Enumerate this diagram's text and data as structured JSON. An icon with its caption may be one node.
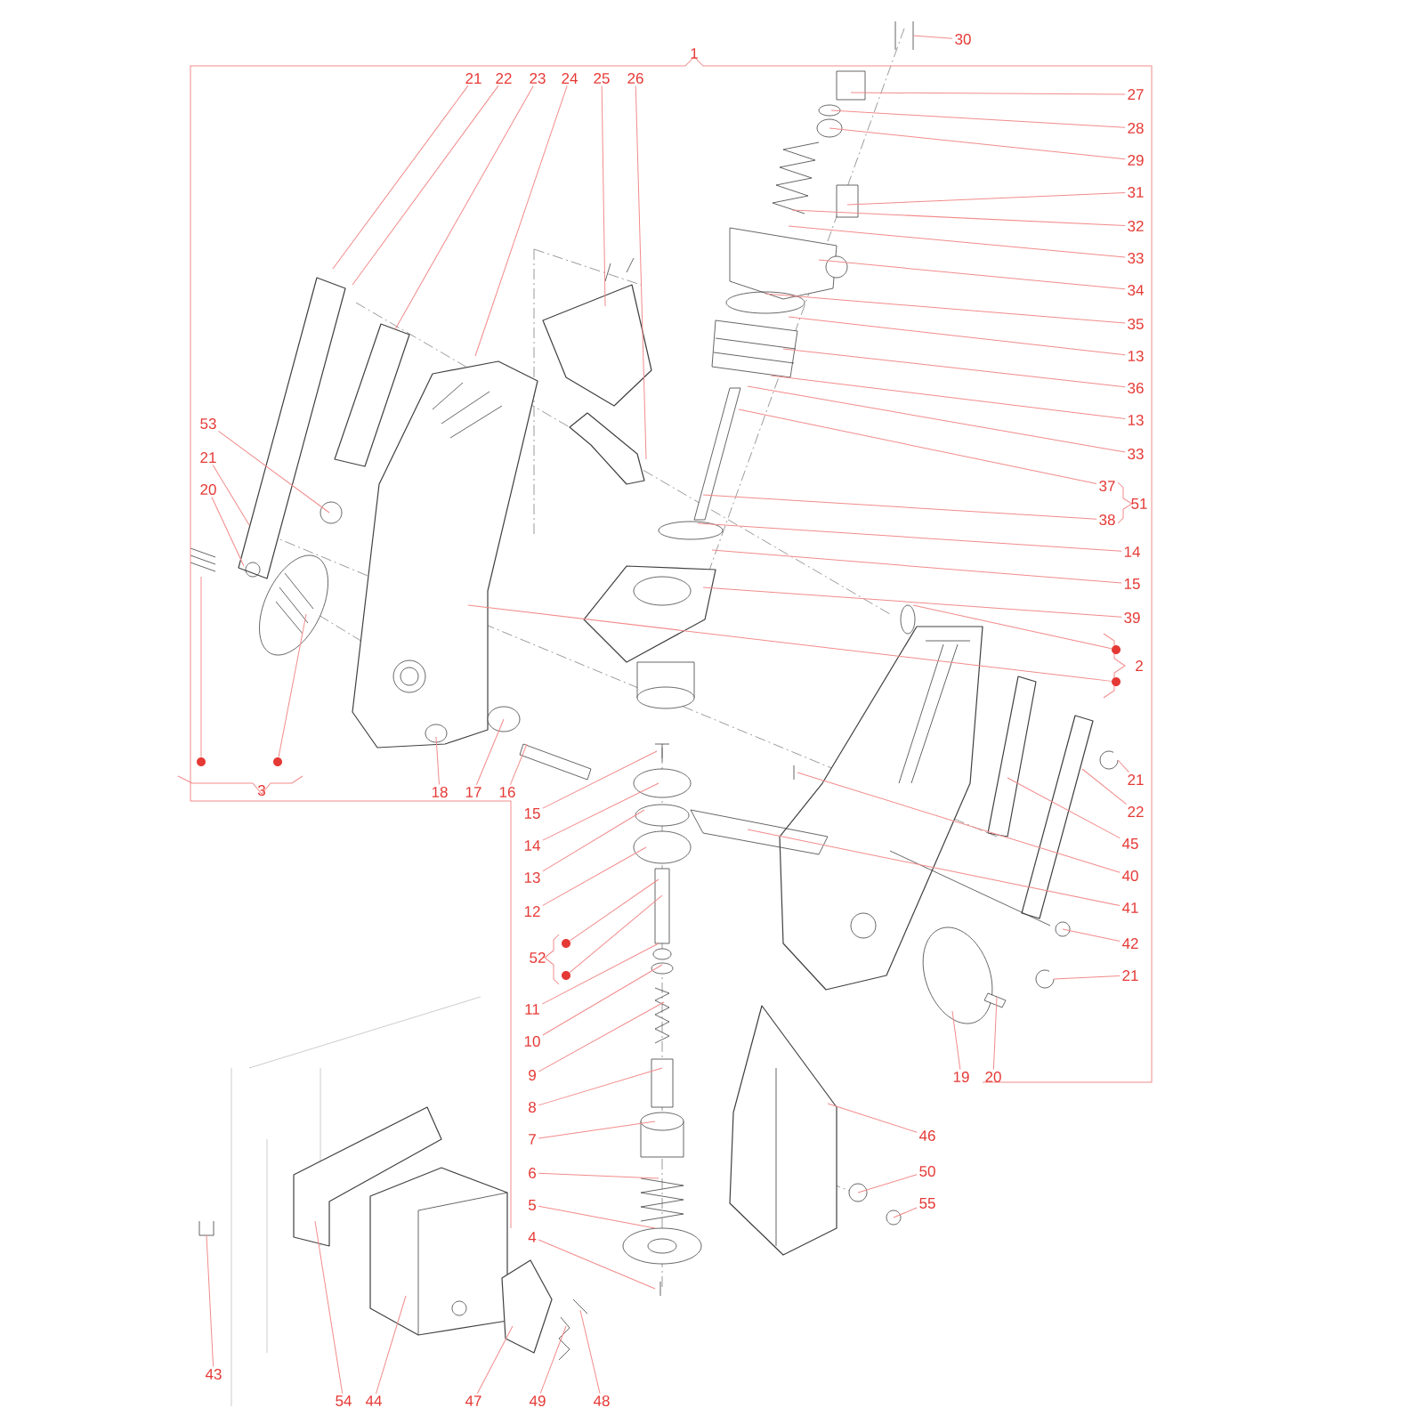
{
  "diagram": {
    "nodes": [
      {
        "text": [
          "30"
        ]
      },
      {
        "text": [
          "21"
        ]
      },
      {
        "text": [
          "22"
        ]
      },
      {
        "text": [
          "23"
        ]
      },
      {
        "text": [
          "24"
        ]
      },
      {
        "text": [
          "25"
        ]
      },
      {
        "text": [
          "26"
        ]
      },
      {
        "text": [
          "27"
        ]
      },
      {
        "text": [
          "28"
        ]
      },
      {
        "text": [
          "29"
        ]
      },
      {
        "text": [
          "31"
        ]
      },
      {
        "text": [
          "32"
        ]
      },
      {
        "text": [
          "33"
        ]
      },
      {
        "text": [
          "34"
        ]
      },
      {
        "text": [
          "35"
        ]
      },
      {
        "text": [
          "13"
        ]
      },
      {
        "text": [
          "36"
        ]
      },
      {
        "text": [
          "13"
        ]
      },
      {
        "text": [
          "33"
        ]
      },
      {
        "text": [
          "37"
        ]
      },
      {
        "text": [
          "38"
        ]
      },
      {
        "text": [
          "14"
        ]
      },
      {
        "text": [
          "15"
        ]
      },
      {
        "text": [
          "39"
        ]
      },
      {
        "text": [],
        "shape": "circle"
      },
      {
        "text": [],
        "shape": "circle"
      },
      {
        "text": [
          "53"
        ]
      },
      {
        "text": [
          "21"
        ]
      },
      {
        "text": [
          "20"
        ]
      },
      {
        "text": [],
        "shape": "circle"
      },
      {
        "text": [],
        "shape": "circle"
      },
      {
        "text": [
          "18"
        ]
      },
      {
        "text": [
          "17"
        ]
      },
      {
        "text": [
          "16"
        ]
      },
      {
        "text": [
          "15"
        ]
      },
      {
        "text": [
          "14"
        ]
      },
      {
        "text": [
          "13"
        ]
      },
      {
        "text": [
          "12"
        ]
      },
      {
        "text": [],
        "shape": "circle"
      },
      {
        "text": [],
        "shape": "circle"
      },
      {
        "text": [
          "11"
        ]
      },
      {
        "text": [
          "10"
        ]
      },
      {
        "text": [
          "9"
        ]
      },
      {
        "text": [
          "8"
        ]
      },
      {
        "text": [
          "7"
        ]
      },
      {
        "text": [
          "6"
        ]
      },
      {
        "text": [
          "5"
        ]
      },
      {
        "text": [
          "4"
        ]
      },
      {
        "text": [
          "21"
        ]
      },
      {
        "text": [
          "22"
        ]
      },
      {
        "text": [
          "45"
        ]
      },
      {
        "text": [
          "40"
        ]
      },
      {
        "text": [
          "41"
        ]
      },
      {
        "text": [
          "42"
        ]
      },
      {
        "text": [
          "21"
        ]
      },
      {
        "text": [
          "19"
        ]
      },
      {
        "text": [
          "20"
        ]
      },
      {
        "text": [
          "46"
        ]
      },
      {
        "text": [
          "50"
        ]
      },
      {
        "text": [
          "55"
        ]
      },
      {
        "text": [
          "43"
        ]
      },
      {
        "text": [
          "54"
        ]
      },
      {
        "text": [
          "44"
        ]
      },
      {
        "text": [
          "47"
        ]
      },
      {
        "text": [
          "49"
        ]
      },
      {
        "text": [
          "48"
        ]
      }
    ],
    "edges": [
      {
        "from": 0,
        "to": null,
        "arrow": "none"
      },
      {
        "from": 1,
        "to": null,
        "arrow": "none"
      },
      {
        "from": 2,
        "to": null,
        "arrow": "none"
      },
      {
        "from": 3,
        "to": null,
        "arrow": "none"
      },
      {
        "from": 4,
        "to": null,
        "arrow": "none"
      },
      {
        "from": 5,
        "to": null,
        "arrow": "none"
      },
      {
        "from": 6,
        "to": null,
        "arrow": "none"
      },
      {
        "from": 7,
        "to": null,
        "arrow": "none"
      },
      {
        "from": 8,
        "to": null,
        "arrow": "none"
      },
      {
        "from": 9,
        "to": null,
        "arrow": "none"
      },
      {
        "from": 10,
        "to": null,
        "arrow": "none"
      },
      {
        "from": 11,
        "to": null,
        "arrow": "none"
      },
      {
        "from": 12,
        "to": null,
        "arrow": "none"
      },
      {
        "from": 13,
        "to": null,
        "arrow": "none"
      },
      {
        "from": 14,
        "to": null,
        "arrow": "none"
      },
      {
        "from": 15,
        "to": null,
        "arrow": "none"
      },
      {
        "from": 16,
        "to": null,
        "arrow": "none"
      },
      {
        "from": 17,
        "to": null,
        "arrow": "none"
      },
      {
        "from": 18,
        "to": null,
        "arrow": "none"
      },
      {
        "from": 19,
        "to": null,
        "arrow": "none"
      },
      {
        "from": 20,
        "to": null,
        "arrow": "none"
      },
      {
        "from": 21,
        "to": null,
        "arrow": "none"
      },
      {
        "from": 22,
        "to": null,
        "arrow": "none"
      },
      {
        "from": 23,
        "to": null,
        "arrow": "none"
      },
      {
        "from": 24,
        "to": null,
        "arrow": "none"
      },
      {
        "from": 25,
        "to": null,
        "arrow": "none"
      },
      {
        "from": 26,
        "to": null,
        "arrow": "none"
      },
      {
        "from": 27,
        "to": null,
        "arrow": "none"
      },
      {
        "from": 28,
        "to": null,
        "arrow": "none"
      },
      {
        "from": 29,
        "to": null,
        "arrow": "none"
      },
      {
        "from": 30,
        "to": null,
        "arrow": "none"
      },
      {
        "from": 31,
        "to": null,
        "arrow": "none"
      },
      {
        "from": 32,
        "to": null,
        "arrow": "none"
      },
      {
        "from": 33,
        "to": null,
        "arrow": "none"
      },
      {
        "from": 34,
        "to": null,
        "arrow": "none"
      },
      {
        "from": 35,
        "to": null,
        "arrow": "none"
      },
      {
        "from": 36,
        "to": null,
        "arrow": "none"
      },
      {
        "from": 37,
        "to": null,
        "arrow": "none"
      },
      {
        "from": 38,
        "to": null,
        "arrow": "none"
      },
      {
        "from": 39,
        "to": null,
        "arrow": "none"
      },
      {
        "from": 40,
        "to": null,
        "arrow": "none"
      },
      {
        "from": 41,
        "to": null,
        "arrow": "none"
      },
      {
        "from": 42,
        "to": null,
        "arrow": "none"
      },
      {
        "from": 43,
        "to": null,
        "arrow": "none"
      },
      {
        "from": 44,
        "to": null,
        "arrow": "none"
      },
      {
        "from": 45,
        "to": null,
        "arrow": "none"
      },
      {
        "from": 46,
        "to": null,
        "arrow": "none"
      },
      {
        "from": 47,
        "to": null,
        "arrow": "none"
      },
      {
        "from": 48,
        "to": null,
        "arrow": "none"
      },
      {
        "from": 49,
        "to": null,
        "arrow": "none"
      },
      {
        "from": 50,
        "to": null,
        "arrow": "none"
      },
      {
        "from": 51,
        "to": null,
        "arrow": "none"
      },
      {
        "from": 52,
        "to": null,
        "arrow": "none"
      },
      {
        "from": 53,
        "to": null,
        "arrow": "none"
      },
      {
        "from": 54,
        "to": null,
        "arrow": "none"
      },
      {
        "from": 55,
        "to": null,
        "arrow": "none"
      },
      {
        "from": 56,
        "to": null,
        "arrow": "none"
      },
      {
        "from": 57,
        "to": null,
        "arrow": "none"
      },
      {
        "from": 58,
        "to": null,
        "arrow": "none"
      },
      {
        "from": 59,
        "to": null,
        "arrow": "none"
      },
      {
        "from": 60,
        "to": null,
        "arrow": "none"
      },
      {
        "from": 61,
        "to": null,
        "arrow": "none"
      },
      {
        "from": 62,
        "to": null,
        "arrow": "none"
      },
      {
        "from": 63,
        "to": null,
        "arrow": "none"
      },
      {
        "from": 64,
        "to": null,
        "arrow": "none"
      },
      {
        "from": 65,
        "to": null,
        "arrow": "none"
      }
    ],
    "labels": [
      "1",
      "51",
      "2",
      "3",
      "52"
    ]
  }
}
